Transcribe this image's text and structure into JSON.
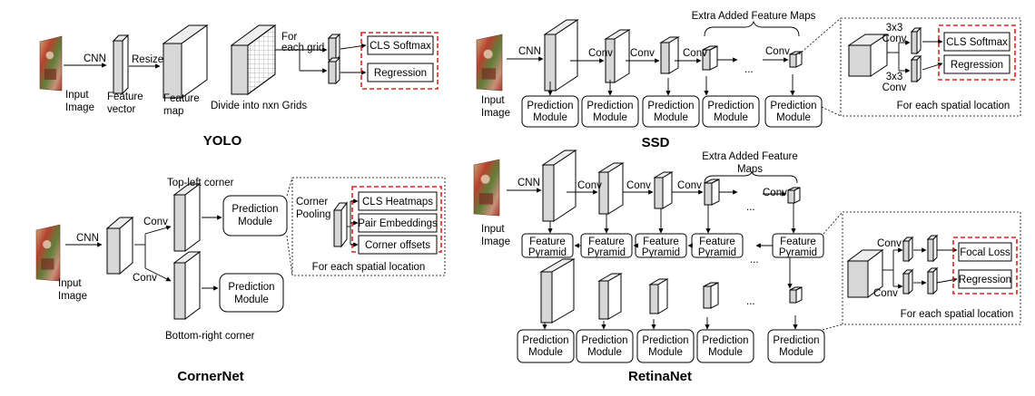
{
  "yolo": {
    "title": "YOLO",
    "input": [
      "Input",
      "Image"
    ],
    "cnn": "CNN",
    "resize": "Resize",
    "feature_vector": [
      "Feature",
      "vector"
    ],
    "feature_map": [
      "Feature",
      "map"
    ],
    "divide": "Divide into nxn Grids",
    "for_each_grid": [
      "For",
      "each grid"
    ],
    "cls": "CLS Softmax",
    "regression": "Regression"
  },
  "ssd": {
    "title": "SSD",
    "input": [
      "Input",
      "Image"
    ],
    "cnn": "CNN",
    "conv": "Conv",
    "extra": "Extra Added Feature Maps",
    "dots": "...",
    "prediction_module": [
      "Prediction",
      "Module"
    ],
    "conv3x3": [
      "3x3",
      "Conv"
    ],
    "cls": "CLS Softmax",
    "regression": "Regression",
    "for_each": "For each  spatial location"
  },
  "cornernet": {
    "title": "CornerNet",
    "input": [
      "Input",
      "Image"
    ],
    "cnn": "CNN",
    "conv": "Conv",
    "top_left": "Top-left corner",
    "bottom_right": "Bottom-right corner",
    "prediction_module": [
      "Prediction",
      "Module"
    ],
    "corner_pooling": [
      "Corner",
      "Pooling"
    ],
    "heads": [
      "CLS Heatmaps",
      "Pair Embeddings",
      "Corner offsets"
    ],
    "for_each": "For each  spatial location"
  },
  "retinanet": {
    "title": "RetinaNet",
    "input": [
      "Input",
      "Image"
    ],
    "cnn": "CNN",
    "conv": "Conv",
    "extra": [
      "Extra Added Feature",
      "Maps"
    ],
    "dots": "...",
    "feature_pyramid": [
      "Feature",
      "Pyramid"
    ],
    "prediction_module": [
      "Prediction",
      "Module"
    ],
    "focal_loss": "Focal Loss",
    "regression": "Regression",
    "for_each": "For each  spatial location"
  },
  "colors": {
    "highlight": "#e0231c",
    "feature_fill": "#d7d7d7"
  }
}
